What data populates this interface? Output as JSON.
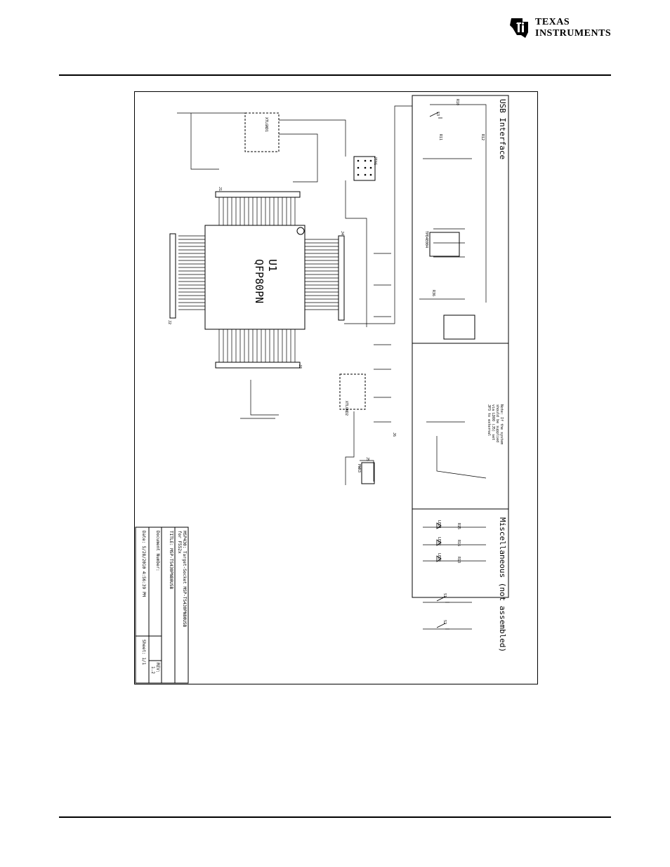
{
  "header": {
    "brand_line1": "Texas",
    "brand_line2": "Instruments"
  },
  "sections": {
    "usb": "USB Interface",
    "misc": "Miscellaneous (not assembled)"
  },
  "title_block": {
    "project": "MSP430: Target-Socket MSP-TS430PN80USB",
    "family": "for F552x",
    "title": "TITLE:   MSP-TS430PN80USB",
    "doc_number": "Document Number:",
    "rev_label": "REV:",
    "rev": "1.2",
    "date": "Date: 5/28/2010 4:56:39 PM",
    "sheet": "Sheet: 1/1"
  },
  "ic": {
    "ref": "U1",
    "package": "QFP80PN"
  },
  "note": "Note: If the system should be supplied via LDOO (J5) set JP3 to external",
  "connectors": [
    "J1",
    "J2",
    "J3",
    "J4",
    "J5",
    "J6",
    "JTAG"
  ],
  "components": [
    "LED1",
    "LED2",
    "LED3",
    "S1",
    "S2",
    "S3",
    "R10",
    "R11",
    "R12",
    "R13",
    "R15",
    "R16",
    "R36",
    "TPD4E004",
    "XTLGND1",
    "XTLGND2",
    "PWR3",
    "U1"
  ],
  "colors": {
    "ink": "#000000",
    "paper": "#ffffff"
  }
}
